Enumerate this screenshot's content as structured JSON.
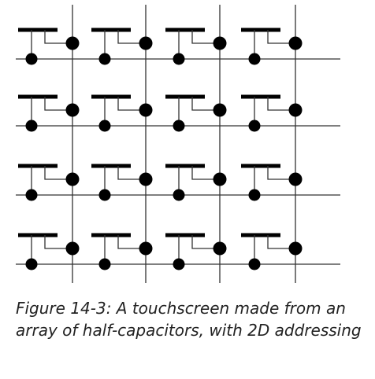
{
  "caption": "Figure 14-3: A touchscreen made from an array of half-capacitors, with 2D addressing",
  "diagram": {
    "rows": 4,
    "columns": 4,
    "colors": {
      "line": "#333333",
      "plate": "#000000",
      "node": "#000000",
      "caption": "#222222"
    }
  }
}
